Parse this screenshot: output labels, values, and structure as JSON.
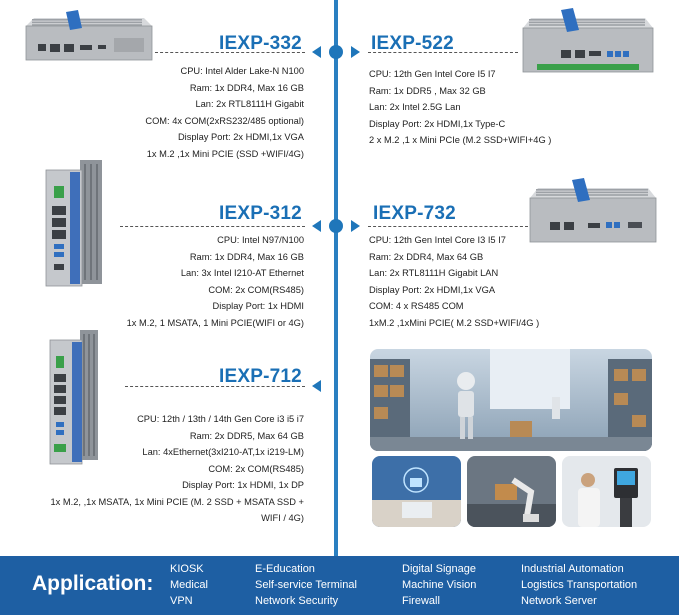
{
  "products": [
    {
      "model": "IEXP-332",
      "specs": [
        "CPU: Intel Alder Lake-N N100",
        "Ram: 1x DDR4, Max 16 GB",
        "Lan: 2x RTL8111H Gigabit",
        "COM: 4x COM(2xRS232/485 optional)",
        "Display Port: 2x HDMI,1x VGA",
        "1x M.2 ,1x Mini PCIE (SSD +WIFI/4G)"
      ]
    },
    {
      "model": "IEXP-522",
      "specs": [
        "CPU: 12th Gen Intel Core I5 I7",
        "Ram: 1x DDR5 , Max 32 GB",
        "Lan: 2x Intel 2.5G Lan",
        "Display Port: 2x HDMI,1x Type-C",
        "2 x M.2 ,1 x Mini PCIe (M.2 SSD+WIFI+4G )"
      ]
    },
    {
      "model": "IEXP-312",
      "specs": [
        "CPU: Intel N97/N100",
        "Ram: 1x DDR4, Max 16 GB",
        "Lan: 3x Intel I210-AT Ethernet",
        "COM: 2x COM(RS485)",
        "Display Port: 1x HDMI",
        "1x M.2, 1 MSATA, 1 Mini PCIE(WIFI or 4G)"
      ]
    },
    {
      "model": "IEXP-732",
      "specs": [
        "CPU: 12th Gen Intel Core I3 I5 I7",
        "Ram: 2x DDR4, Max 64 GB",
        "Lan: 2x RTL8111H Gigabit LAN",
        "Display Port: 2x HDMI,1x VGA",
        "COM: 4 x RS485 COM",
        "1xM.2 ,1xMini PCIE( M.2 SSD+WIFI/4G )"
      ]
    },
    {
      "model": "IEXP-712",
      "specs": [
        "CPU: 12th / 13th / 14th Gen Core i3 i5 i7",
        "Ram: 2x DDR5, Max 64 GB",
        "Lan: 4xEthernet(3xI210-AT,1x i219-LM)",
        "COM: 2x COM(RS485)",
        "Display Port: 1x HDMI, 1x DP",
        "1x M.2, ,1x MSATA, 1x Mini PCIE (M. 2 SSD + MSATA SSD +",
        "WIFI / 4G)"
      ]
    }
  ],
  "footer": {
    "title": "Application:",
    "columns": [
      [
        "KIOSK",
        "Medical",
        "VPN"
      ],
      [
        "E-Education",
        "Self-service Terminal",
        "Network Security"
      ],
      [
        "Digital Signage",
        "Machine Vision",
        "Firewall"
      ],
      [
        "Industrial Automation",
        "Logistics Transportation",
        "Network Server"
      ]
    ]
  },
  "colors": {
    "accent": "#1a6fb5",
    "timeline": "#2a7fc1",
    "footer_bg": "#1e5fa3",
    "device_body": "#b9bcc0"
  },
  "icons": [
    "timeline-node-icon",
    "pointer-left-icon",
    "pointer-right-icon"
  ]
}
